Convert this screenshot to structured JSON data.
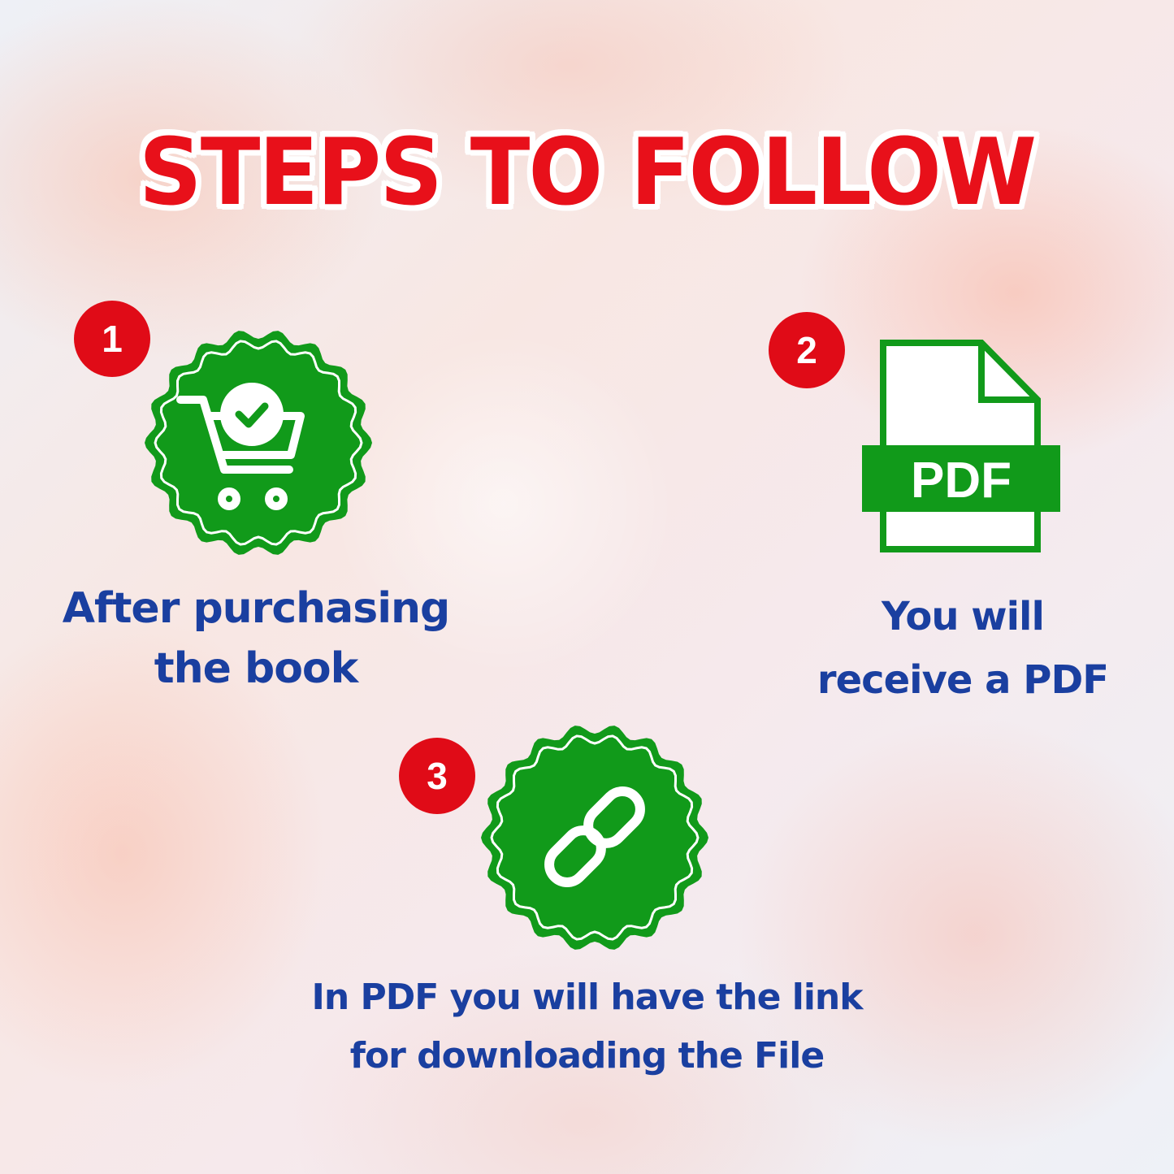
{
  "title": "STEPS TO FOLLOW",
  "colors": {
    "title_red": "#e8101a",
    "number_badge_red": "#e00b17",
    "icon_green": "#119a1a",
    "caption_blue": "#1a3fa0"
  },
  "steps": [
    {
      "number": "1",
      "icon": "shopping-cart-check-icon",
      "caption_line1": "After purchasing",
      "caption_line2": "the book"
    },
    {
      "number": "2",
      "icon": "pdf-file-icon",
      "pdf_label": "PDF",
      "caption_line1": "You will",
      "caption_line2": "receive a PDF"
    },
    {
      "number": "3",
      "icon": "link-icon",
      "caption_line1": "In PDF you will have the link",
      "caption_line2": "for downloading  the  File"
    }
  ]
}
